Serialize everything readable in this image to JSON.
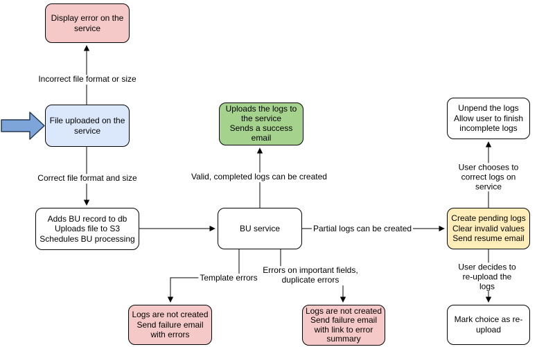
{
  "nodes": {
    "display_error": {
      "text": "Display error on the\nservice",
      "fill": "#f5c9c7"
    },
    "file_uploaded": {
      "text": "File uploaded on the\nservice",
      "fill": "#dbe8fb"
    },
    "adds_bu_record": {
      "text": "Adds BU record to db\nUploads file to S3\nSchedules BU processing",
      "fill": "#ffffff"
    },
    "bu_service": {
      "text": "BU service",
      "fill": "#ffffff"
    },
    "uploads_logs": {
      "text": "Uploads the logs to\nthe service\nSends a success\nemail",
      "fill": "#a5d28c"
    },
    "unpend_logs": {
      "text": "Unpend the logs\nAllow user to finish\nincomplete logs",
      "fill": "#ffffff"
    },
    "create_pending_logs": {
      "text": "Create pending logs\nClear invalid values\nSend resume email",
      "fill": "#ffeeba"
    },
    "mark_choice": {
      "text": "Mark choice as re-\nupload",
      "fill": "#ffffff"
    },
    "logs_not_created_errors": {
      "text": "Logs are not created\nSend failure email\nwith errors",
      "fill": "#f5c9c7"
    },
    "logs_not_created_summary": {
      "text": "Logs are not created\nSend failure email\nwith link to error\nsummary",
      "fill": "#f5c9c7"
    }
  },
  "edge_labels": {
    "incorrect_format": "Incorrect file format or size",
    "correct_format": "Correct file format and size",
    "valid_logs": "Valid, completed logs can be created",
    "partial_logs": "Partial logs can be created",
    "user_chooses": "User chooses to correct logs on service",
    "user_decides": "User decides to re-upload the logs",
    "template_errors": "Template errors",
    "important_field_errors": "Errors on important fields,\nduplicate errors"
  },
  "colors": {
    "node_pink": "#f5c9c7",
    "node_blue": "#dbe8fb",
    "node_green": "#a5d28c",
    "node_yellow": "#ffeeba",
    "node_white": "#ffffff",
    "node_border": "#000000",
    "edge_stroke": "#000000",
    "entry_arrow_fill": "#7ea5da",
    "entry_arrow_border": "#23384f"
  }
}
